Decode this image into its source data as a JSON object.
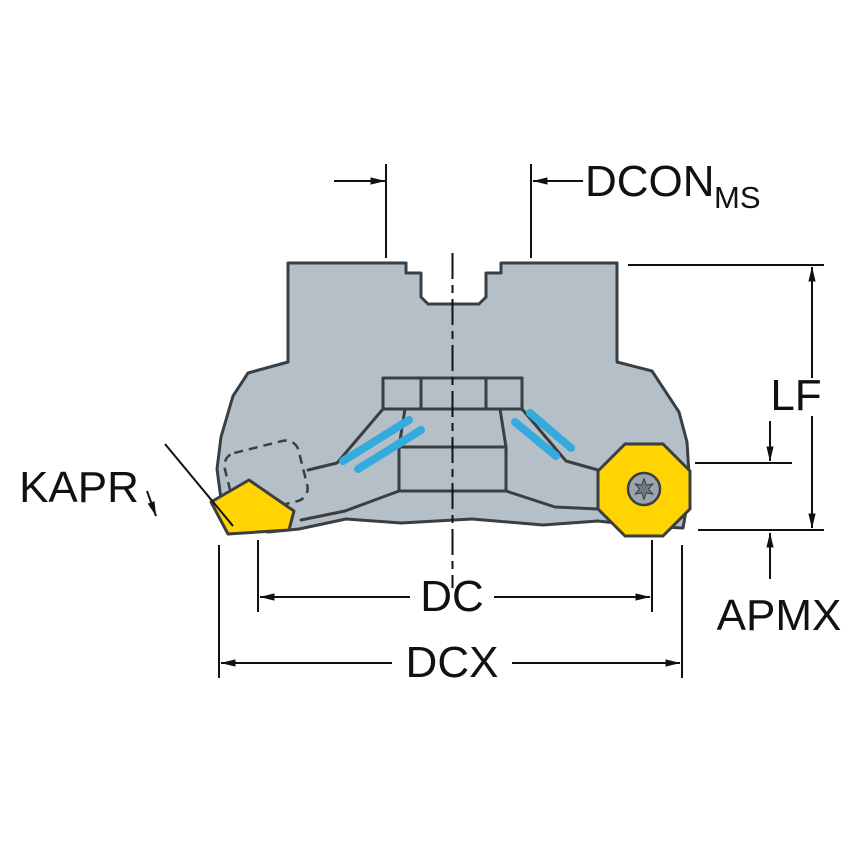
{
  "diagram": {
    "labels": {
      "dcon": "DCON",
      "dcon_sub": "MS",
      "lf": "LF",
      "apmx": "APMX",
      "kapr": "KAPR",
      "dc": "DC",
      "dcx": "DCX"
    },
    "colors": {
      "background": "#ffffff",
      "body": "#b4bfc7",
      "insert": "#ffd400",
      "highlight": "#35aadc",
      "outline": "#3a3f44",
      "dimension": "#111111",
      "screw_base": "#9ba5ac",
      "screw_star": "#6e787e"
    }
  }
}
